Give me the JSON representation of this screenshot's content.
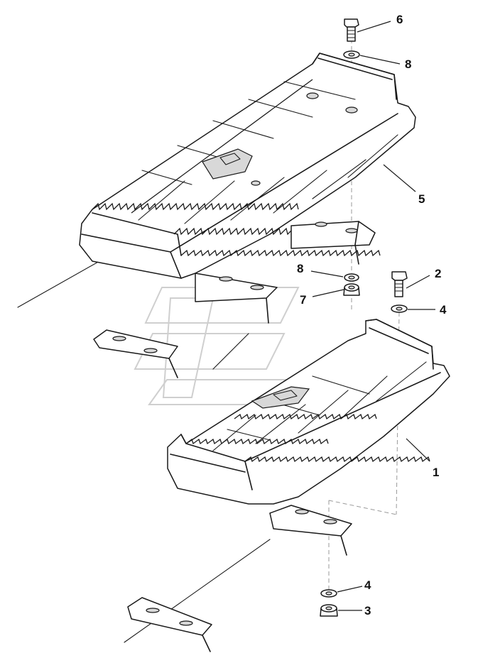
{
  "callouts": [
    {
      "id": "callout-6a",
      "label": "6"
    },
    {
      "id": "callout-8a",
      "label": "8"
    },
    {
      "id": "callout-5",
      "label": "5"
    },
    {
      "id": "callout-8b",
      "label": "8"
    },
    {
      "id": "callout-7",
      "label": "7"
    },
    {
      "id": "callout-2",
      "label": "2"
    },
    {
      "id": "callout-4a",
      "label": "4"
    },
    {
      "id": "callout-1",
      "label": "1"
    },
    {
      "id": "callout-4b",
      "label": "4"
    },
    {
      "id": "callout-3",
      "label": "3"
    }
  ]
}
